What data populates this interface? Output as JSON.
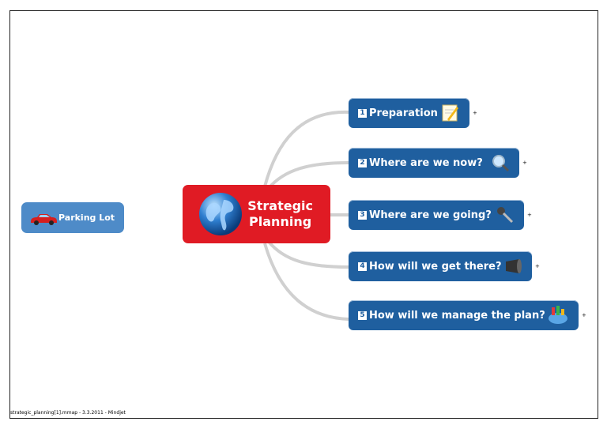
{
  "central_topic": {
    "label": "Strategic\nPlanning",
    "icon": "globe-icon"
  },
  "floating_topic": {
    "label": "Parking Lot",
    "icon": "car-icon"
  },
  "topics": [
    {
      "number": "1",
      "label": "Preparation",
      "icon": "notepad-pencil-icon"
    },
    {
      "number": "2",
      "label": "Where are we now?",
      "icon": "magnifier-icon"
    },
    {
      "number": "3",
      "label": "Where are we going?",
      "icon": "key-icon"
    },
    {
      "number": "4",
      "label": "How will we get there?",
      "icon": "megaphone-icon"
    },
    {
      "number": "5",
      "label": "How will we manage the plan?",
      "icon": "pie-chart-icon"
    }
  ],
  "expand_marker": "+",
  "footer": "strategic_planning[1].mmap - 3.3.2011 - Mindjet",
  "colors": {
    "central": "#e01b24",
    "topic": "#1f5f9f",
    "floating": "#4e8bc8",
    "connector": "#d0d0d0"
  }
}
